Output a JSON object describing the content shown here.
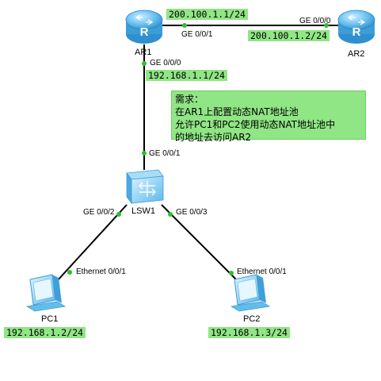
{
  "devices": {
    "ar1": {
      "name": "AR1"
    },
    "ar2": {
      "name": "AR2"
    },
    "lsw1": {
      "name": "LSW1"
    },
    "pc1": {
      "name": "PC1"
    },
    "pc2": {
      "name": "PC2"
    }
  },
  "ports": {
    "ar1_ge001": "GE 0/0/1",
    "ar2_ge000": "GE 0/0/0",
    "ar1_ge000": "GE 0/0/0",
    "lsw1_ge001": "GE 0/0/1",
    "lsw1_ge002": "GE 0/0/2",
    "lsw1_ge003": "GE 0/0/3",
    "pc1_eth": "Ethernet 0/0/1",
    "pc2_eth": "Ethernet 0/0/1"
  },
  "ip_labels": {
    "ar1_wan": "200.100.1.1/24",
    "ar2_wan": "200.100.1.2/24",
    "ar1_lan": "192.168.1.1/24",
    "pc1": "192.168.1.2/24",
    "pc2": "192.168.1.3/24"
  },
  "note": {
    "line1": "需求：",
    "line2": "在AR1上配置动态NAT地址池",
    "line3": "允许PC1和PC2使用动态NAT地址池中",
    "line4": "的地址去访问AR2"
  },
  "colors": {
    "label_bg": "#90e584",
    "link_line": "#000000",
    "port_dot": "#2fbf2f",
    "device_blue": "#4fb3e8"
  }
}
